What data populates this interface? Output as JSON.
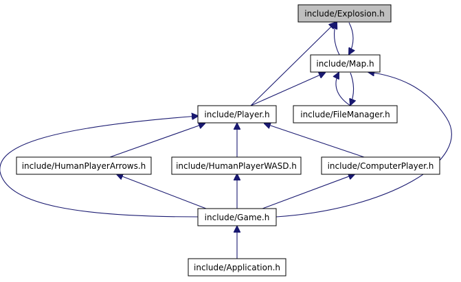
{
  "diagram": {
    "type": "include-dependency-graph",
    "colors": {
      "edge": "#191970",
      "node_fill": "#ffffff",
      "node_fill_highlight": "#bfbfbf",
      "node_stroke": "#000000",
      "text": "#000000"
    },
    "nodes": [
      {
        "id": "explosion",
        "label": "include/Explosion.h",
        "highlight": true
      },
      {
        "id": "map",
        "label": "include/Map.h",
        "highlight": false
      },
      {
        "id": "player",
        "label": "include/Player.h",
        "highlight": false
      },
      {
        "id": "filemanager",
        "label": "include/FileManager.h",
        "highlight": false
      },
      {
        "id": "humanarrows",
        "label": "include/HumanPlayerArrows.h",
        "highlight": false
      },
      {
        "id": "humanwasd",
        "label": "include/HumanPlayerWASD.h",
        "highlight": false
      },
      {
        "id": "computer",
        "label": "include/ComputerPlayer.h",
        "highlight": false
      },
      {
        "id": "game",
        "label": "include/Game.h",
        "highlight": false
      },
      {
        "id": "application",
        "label": "include/Application.h",
        "highlight": false
      }
    ],
    "edges": [
      {
        "from": "map",
        "to": "explosion"
      },
      {
        "from": "explosion",
        "to": "map"
      },
      {
        "from": "player",
        "to": "explosion"
      },
      {
        "from": "player",
        "to": "map"
      },
      {
        "from": "filemanager",
        "to": "map"
      },
      {
        "from": "map",
        "to": "filemanager"
      },
      {
        "from": "game",
        "to": "map"
      },
      {
        "from": "humanarrows",
        "to": "player"
      },
      {
        "from": "humanwasd",
        "to": "player"
      },
      {
        "from": "computer",
        "to": "player"
      },
      {
        "from": "game",
        "to": "player"
      },
      {
        "from": "game",
        "to": "humanarrows"
      },
      {
        "from": "game",
        "to": "humanwasd"
      },
      {
        "from": "game",
        "to": "computer"
      },
      {
        "from": "application",
        "to": "game"
      }
    ]
  }
}
